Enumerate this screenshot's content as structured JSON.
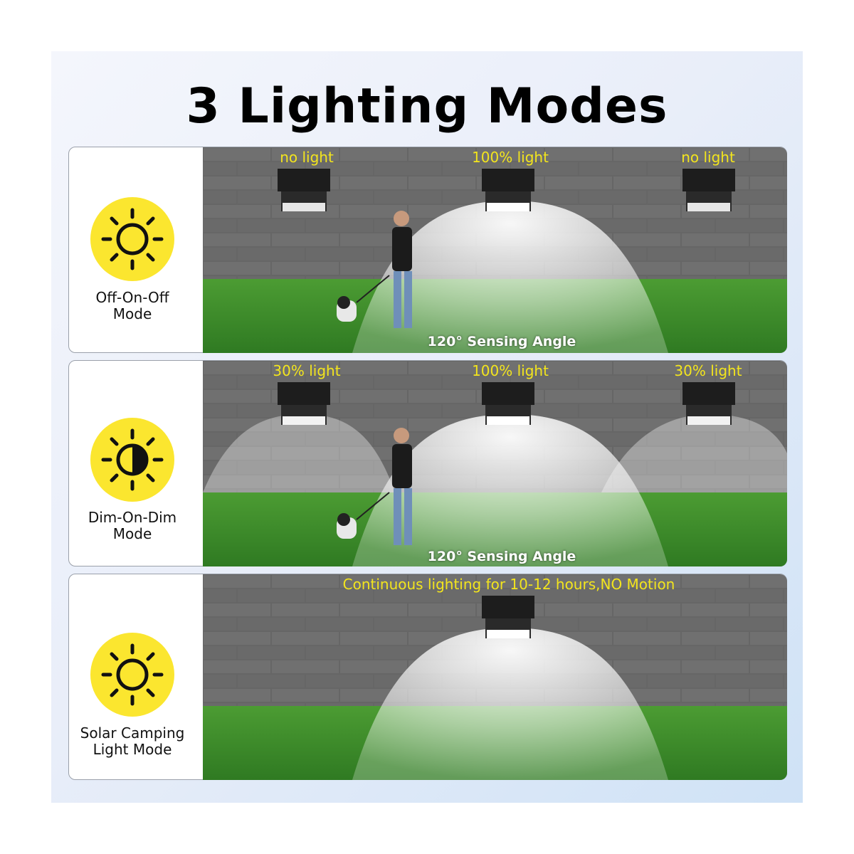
{
  "title": "3 Lighting Modes",
  "colors": {
    "icon_yellow": "#fbe62f",
    "label_yellow": "#f3e51d",
    "grass": "#3f8f2a",
    "brick": "#5a5a5a"
  },
  "modes": [
    {
      "icon": "sun-icon",
      "label_line1": "Off-On-Off",
      "label_line2": "Mode",
      "light_labels": [
        "no light",
        "100% light",
        "no light"
      ],
      "angle_label": "120° Sensing Angle"
    },
    {
      "icon": "half-sun-icon",
      "label_line1": "Dim-On-Dim",
      "label_line2": "Mode",
      "light_labels": [
        "30% light",
        "100% light",
        "30% light"
      ],
      "angle_label": "120° Sensing Angle"
    },
    {
      "icon": "sun-icon",
      "label_line1": "Solar Camping",
      "label_line2": "Light Mode",
      "caption": "Continuous lighting for 10-12 hours,NO Motion"
    }
  ]
}
